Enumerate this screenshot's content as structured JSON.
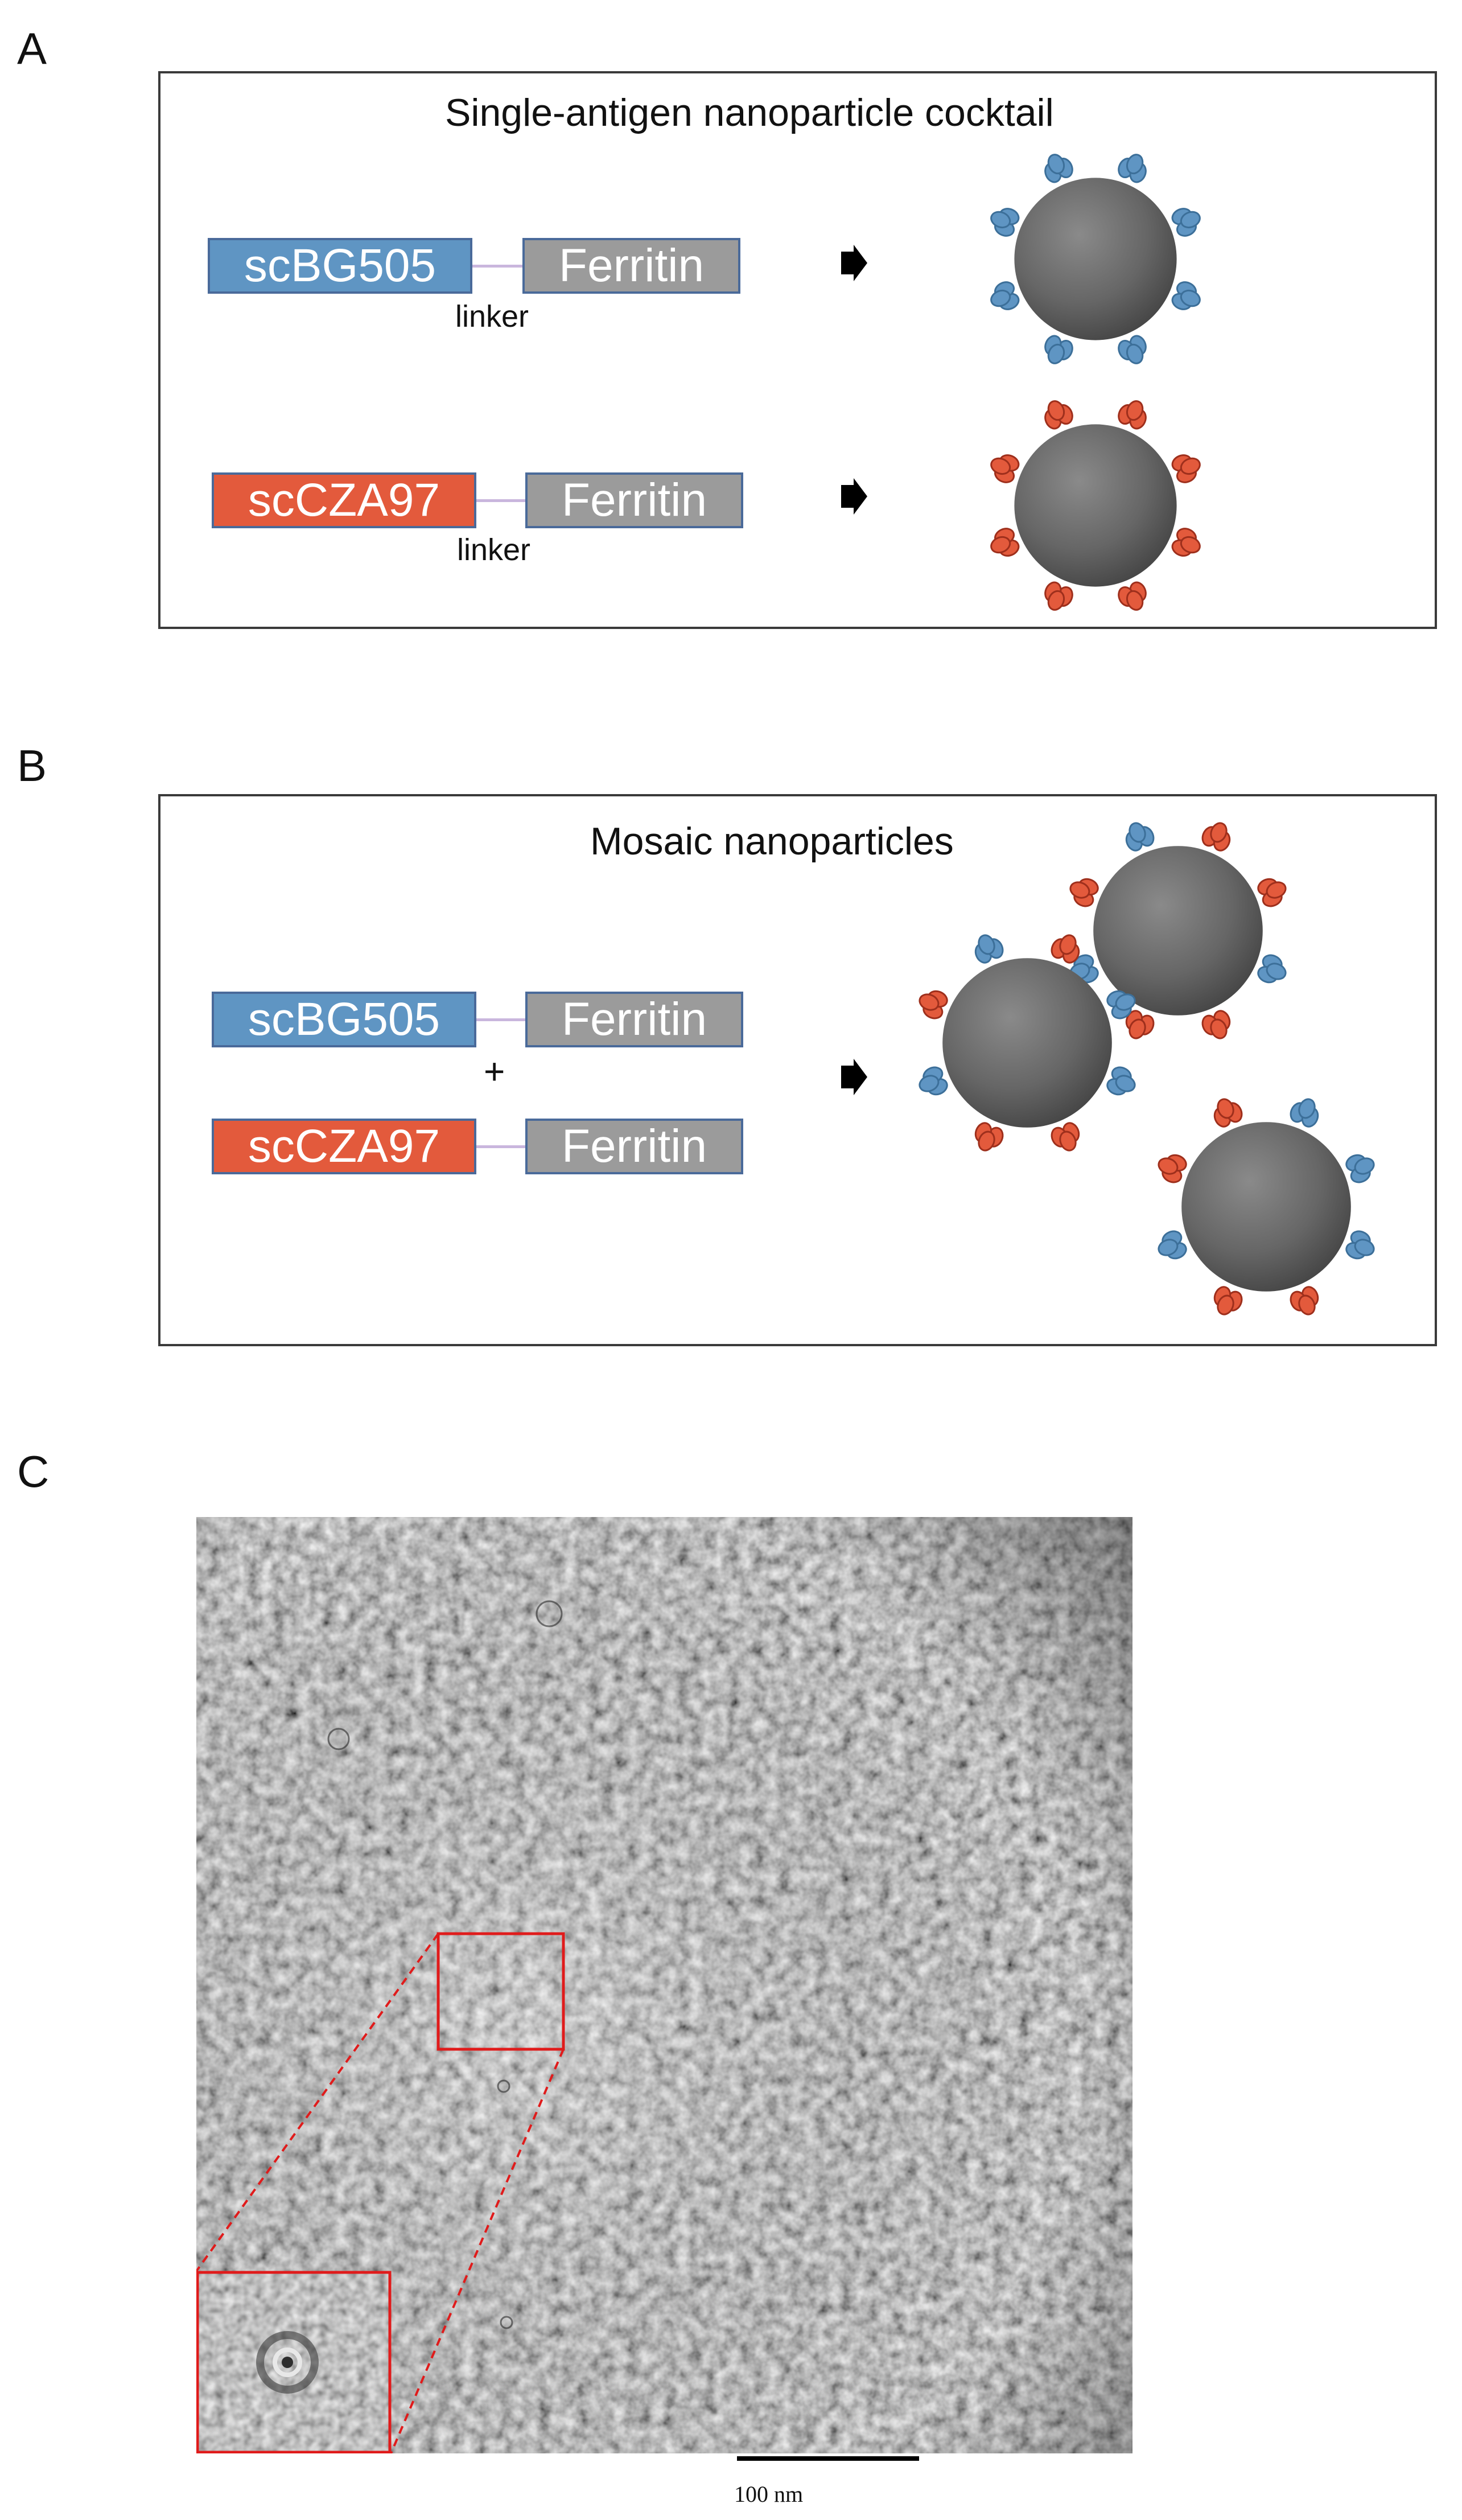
{
  "panels": {
    "a": {
      "letter": "A",
      "title": "Single-antigen nanoparticle cocktail",
      "row1": {
        "antigen": "scBG505",
        "scaffold": "Ferritin",
        "linker": "linker"
      },
      "row2": {
        "antigen": "scCZA97",
        "scaffold": "Ferritin",
        "linker": "linker"
      }
    },
    "b": {
      "letter": "B",
      "title": "Mosaic nanoparticles",
      "row1": {
        "antigen": "scBG505",
        "scaffold": "Ferritin"
      },
      "plus": "+",
      "row2": {
        "antigen": "scCZA97",
        "scaffold": "Ferritin"
      }
    },
    "c": {
      "letter": "C",
      "scale_bar_label": "100 nm"
    }
  },
  "colors": {
    "bg505": "#5f95c3",
    "cza97": "#e35a3c",
    "ferritin": "#9b9b9b",
    "particle": "#6e6e6e",
    "linker": "#c9b6dd",
    "inset_box": "#e01b1b"
  }
}
